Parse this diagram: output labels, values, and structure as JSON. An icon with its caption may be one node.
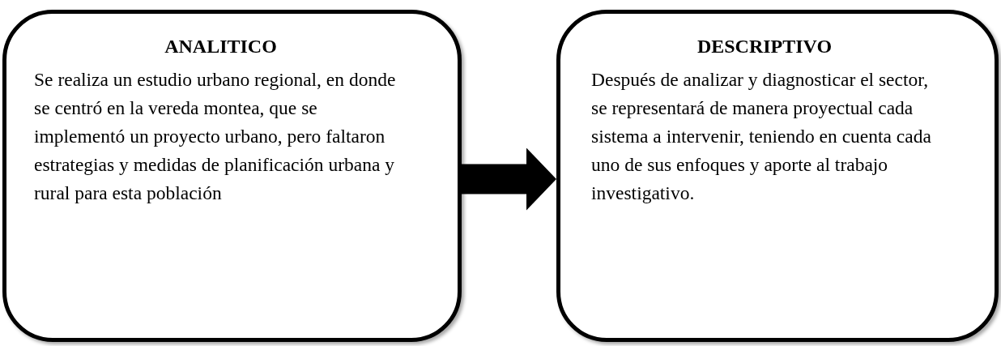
{
  "diagram": {
    "nodes": [
      {
        "text": [
          "ANALITICO",
          "Se realiza un estudio urbano regional, en donde se centró en la vereda montea, que se implementó un proyecto urbano, pero faltaron estrategias y medidas de planificación urbana y rural para esta población"
        ]
      },
      {
        "text": [
          "DESCRIPTIVO",
          "Después de analizar y diagnosticar el sector, se representará de manera proyectual cada sistema a intervenir, teniendo en cuenta cada uno de sus enfoques y aporte al trabajo investigativo."
        ]
      }
    ],
    "edges": [
      {
        "from": 0,
        "to": 1,
        "arrow": "to"
      }
    ]
  }
}
